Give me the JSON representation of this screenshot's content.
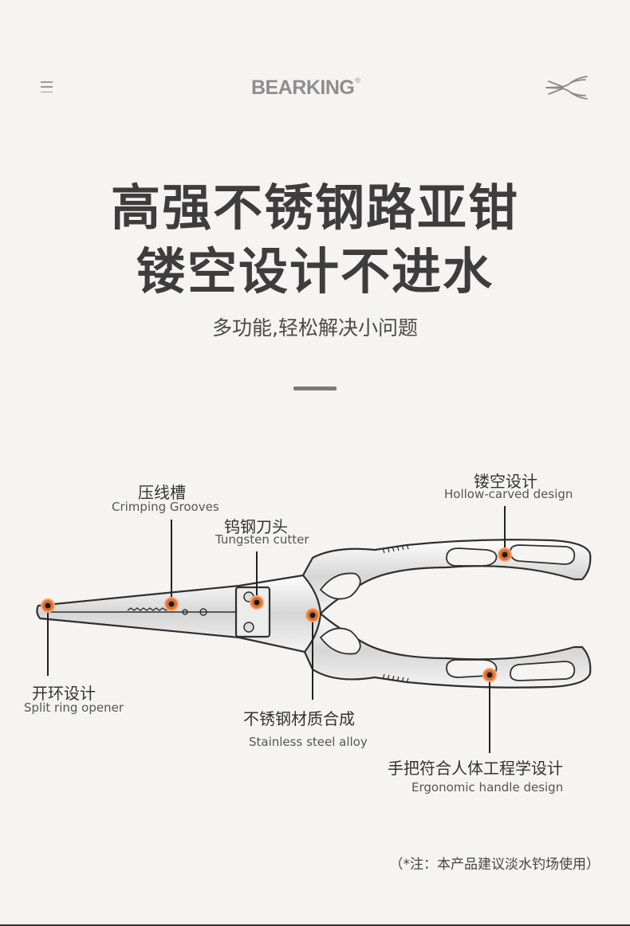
{
  "header": {
    "brand": "BEARKING",
    "brand_mark": "®",
    "menu_icon": "hamburger-menu-icon",
    "product_icon": "pliers-icon"
  },
  "hero": {
    "line1": "高强不锈钢路亚钳",
    "line2": "镂空设计不进水",
    "subtitle": "多功能,轻松解决小问题"
  },
  "features": {
    "crimping": {
      "cn": "压线槽",
      "en": "Crimping Grooves"
    },
    "tungsten": {
      "cn": "钨钢刀头",
      "en": "Tungsten cutter"
    },
    "hollow": {
      "cn": "镂空设计",
      "en": "Hollow-carved design"
    },
    "split_ring": {
      "cn": "开环设计",
      "en": "Split ring opener"
    },
    "steel": {
      "cn": "不锈钢材质合成",
      "en": "Stainless steel alloy"
    },
    "ergonomic": {
      "cn": "手把符合人体工程学设计",
      "en": "Ergonomic handle design"
    }
  },
  "note": "（*注：本产品建议淡水钓场使用）",
  "colors": {
    "accent_dot": "#e0702c",
    "text_dark": "#3d3d3d",
    "background": "#f5f4f2"
  }
}
